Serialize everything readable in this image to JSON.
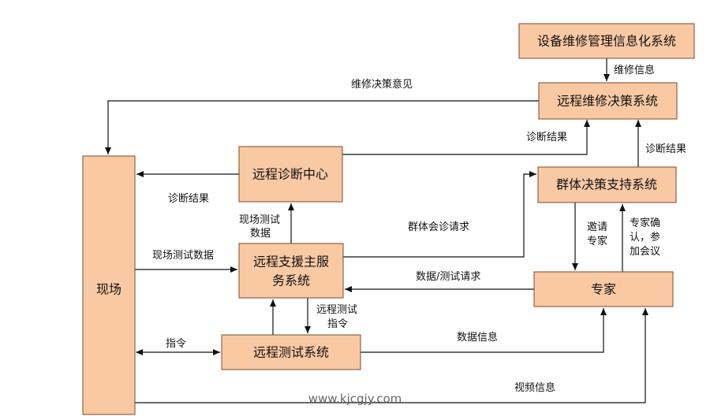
{
  "nodes": {
    "equipment_info_system": "设备维修管理信息化系统",
    "remote_decision_system": "远程维修决策系统",
    "remote_diagnosis_center": "远程诊断中心",
    "group_decision_system": "群体决策支持系统",
    "site": "现场",
    "remote_support_main_1": "远程支援主服",
    "remote_support_main_2": "务系统",
    "remote_test_system": "远程测试系统",
    "experts": "专家"
  },
  "edges": {
    "maintenance_info": "维修信息",
    "decision_opinion": "维修决策意见",
    "diagnosis_result_to_decision": "诊断结果",
    "diagnosis_result_from_group": "诊断结果",
    "diagnosis_result_to_site": "诊断结果",
    "site_test_data_up_1": "现场测试",
    "site_test_data_up_2": "数据",
    "site_test_data": "现场测试数据",
    "group_consult_request": "群体会诊请求",
    "invite_experts_1": "邀请",
    "invite_experts_2": "专家",
    "expert_confirm_1": "专家确",
    "expert_confirm_2": "认，参",
    "expert_confirm_3": "加会议",
    "data_test_request": "数据/测试请求",
    "remote_test_command_1": "远程测试",
    "remote_test_command_2": "指令",
    "command": "指令",
    "data_info": "数据信息",
    "video_info": "视频信息"
  },
  "watermark": "www.kjcgjy.com"
}
